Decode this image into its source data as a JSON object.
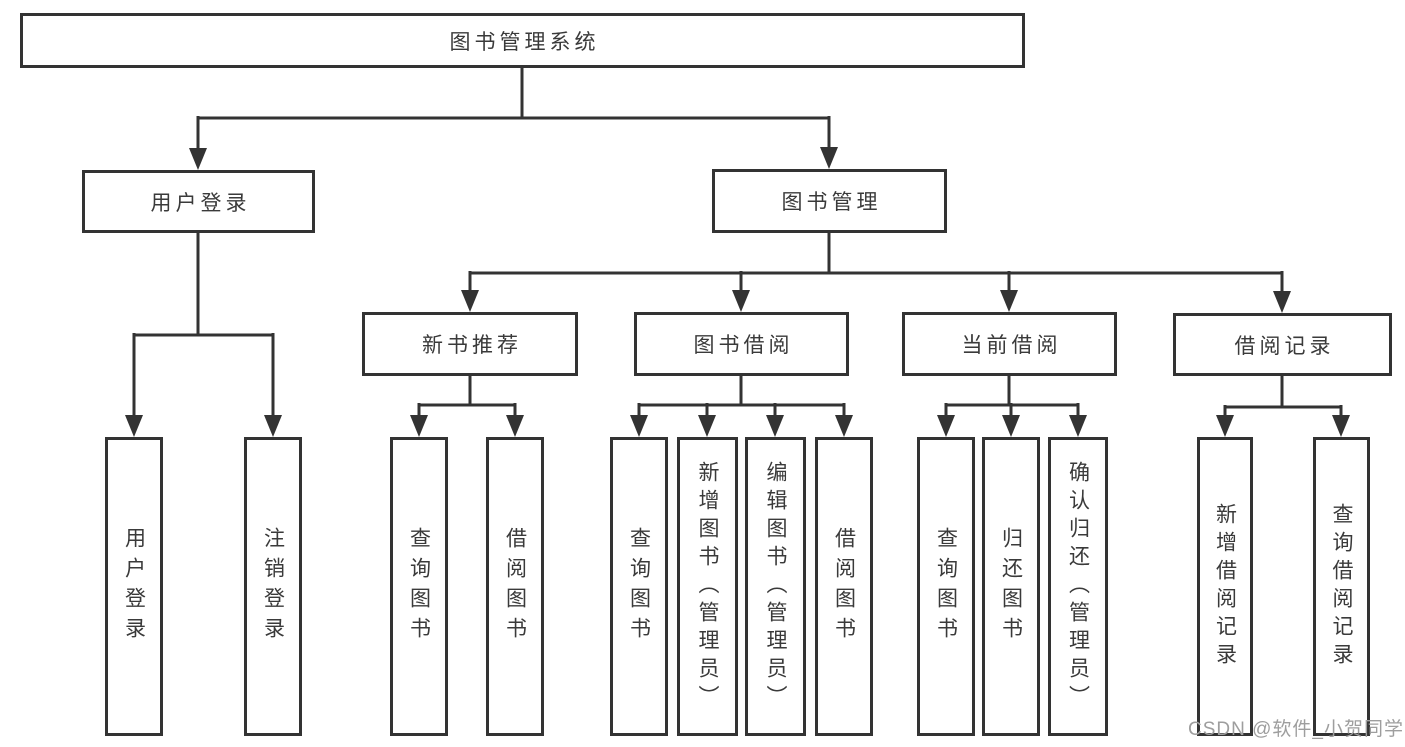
{
  "colors": {
    "line": "#333333",
    "box_border": "#333333",
    "text": "#3a3a3a",
    "watermark": "#9e9e9e",
    "background": "#ffffff"
  },
  "watermark": {
    "text": "CSDN @软件_小贺同学"
  },
  "tree": {
    "root": {
      "label": "图书管理系统"
    },
    "branches": [
      {
        "label": "用户登录",
        "children": [
          {
            "label": "用户登录"
          },
          {
            "label": "注销登录"
          }
        ]
      },
      {
        "label": "图书管理",
        "children": [
          {
            "label": "新书推荐",
            "children": [
              {
                "label": "查询图书"
              },
              {
                "label": "借阅图书"
              }
            ]
          },
          {
            "label": "图书借阅",
            "children": [
              {
                "label": "查询图书"
              },
              {
                "label": "新增图书（管理员）"
              },
              {
                "label": "编辑图书（管理员）"
              },
              {
                "label": "借阅图书"
              }
            ]
          },
          {
            "label": "当前借阅",
            "children": [
              {
                "label": "查询图书"
              },
              {
                "label": "归还图书"
              },
              {
                "label": "确认归还（管理员）"
              }
            ]
          },
          {
            "label": "借阅记录",
            "children": [
              {
                "label": "新增借阅记录"
              },
              {
                "label": "查询借阅记录"
              }
            ]
          }
        ]
      }
    ]
  }
}
